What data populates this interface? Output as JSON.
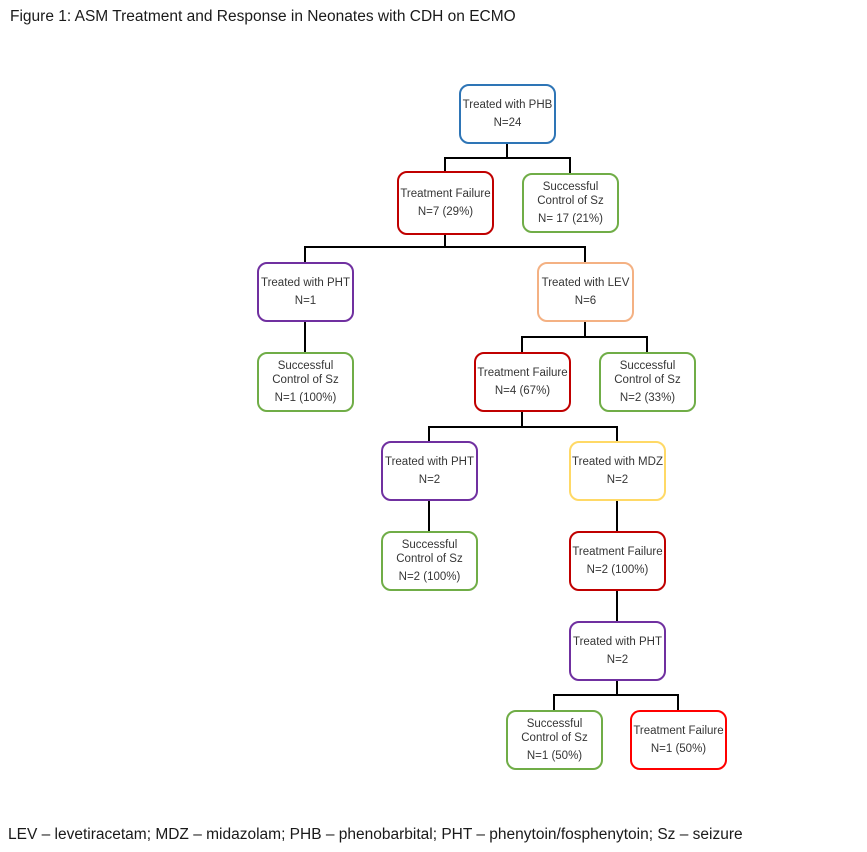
{
  "figure": {
    "title": "Figure 1: ASM Treatment and Response in Neonates with CDH on ECMO",
    "footnote": "LEV – levetiracetam; MDZ – midazolam; PHB – phenobarbital; PHT – phenytoin/fosphenytoin; Sz – seizure"
  },
  "colors": {
    "blue": "#2E75B6",
    "dark_red": "#C00000",
    "bright_red": "#FF0000",
    "green": "#70AD47",
    "purple": "#7030A0",
    "peach": "#F4B183",
    "gold": "#FFD966",
    "connector": "#000000",
    "text": "#363636"
  },
  "nodes": {
    "phb": {
      "title": "Treated with PHB",
      "count": "N=24",
      "border_color": "#2E75B6"
    },
    "tf1": {
      "title": "Treatment Failure",
      "count": "N=7 (29%)",
      "border_color": "#C00000"
    },
    "sc1": {
      "title": "Successful Control of Sz",
      "count": "N= 17 (21%)",
      "border_color": "#70AD47"
    },
    "pht1": {
      "title": "Treated with PHT",
      "count": "N=1",
      "border_color": "#7030A0"
    },
    "lev": {
      "title": "Treated with LEV",
      "count": "N=6",
      "border_color": "#F4B183"
    },
    "sc2": {
      "title": "Successful Control of Sz",
      "count": "N=1 (100%)",
      "border_color": "#70AD47"
    },
    "tf2": {
      "title": "Treatment Failure",
      "count": "N=4 (67%)",
      "border_color": "#C00000"
    },
    "sc3": {
      "title": "Successful Control of Sz",
      "count": "N=2 (33%)",
      "border_color": "#70AD47"
    },
    "pht2": {
      "title": "Treated with PHT",
      "count": "N=2",
      "border_color": "#7030A0"
    },
    "mdz": {
      "title": "Treated with MDZ",
      "count": "N=2",
      "border_color": "#FFD966"
    },
    "sc4": {
      "title": "Successful Control of Sz",
      "count": "N=2 (100%)",
      "border_color": "#70AD47"
    },
    "tf3": {
      "title": "Treatment Failure",
      "count": "N=2 (100%)",
      "border_color": "#C00000"
    },
    "pht3": {
      "title": "Treated with PHT",
      "count": "N=2",
      "border_color": "#7030A0"
    },
    "sc5": {
      "title": "Successful Control of Sz",
      "count": "N=1 (50%)",
      "border_color": "#70AD47"
    },
    "tf4": {
      "title": "Treatment Failure",
      "count": "N=1 (50%)",
      "border_color": "#FF0000"
    }
  },
  "edges": [
    [
      "phb",
      "tf1"
    ],
    [
      "phb",
      "sc1"
    ],
    [
      "tf1",
      "pht1"
    ],
    [
      "tf1",
      "lev"
    ],
    [
      "pht1",
      "sc2"
    ],
    [
      "lev",
      "tf2"
    ],
    [
      "lev",
      "sc3"
    ],
    [
      "tf2",
      "pht2"
    ],
    [
      "tf2",
      "mdz"
    ],
    [
      "pht2",
      "sc4"
    ],
    [
      "mdz",
      "tf3"
    ],
    [
      "tf3",
      "pht3"
    ],
    [
      "pht3",
      "sc5"
    ],
    [
      "pht3",
      "tf4"
    ]
  ]
}
